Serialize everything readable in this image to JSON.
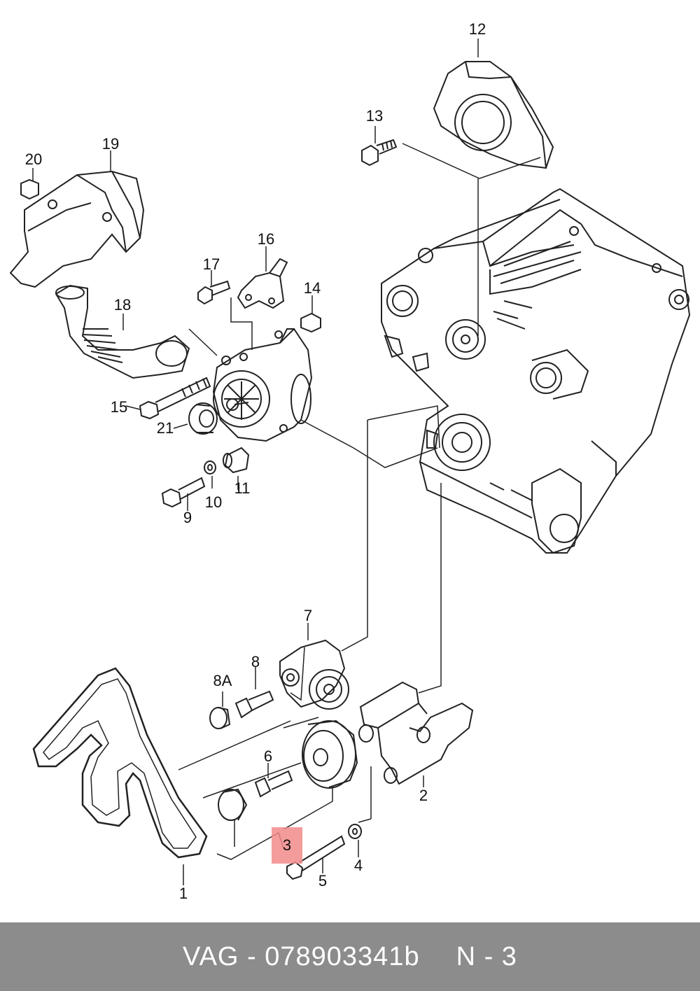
{
  "diagram": {
    "callouts": {
      "c1": "1",
      "c2": "2",
      "c3": "3",
      "c4": "4",
      "c5": "5",
      "c6": "6",
      "c7": "7",
      "c8": "8",
      "c8a": "8A",
      "c9": "9",
      "c10": "10",
      "c11": "11",
      "c12": "12",
      "c13": "13",
      "c14": "14",
      "c15": "15",
      "c16": "16",
      "c17": "17",
      "c18": "18",
      "c19": "19",
      "c20": "20",
      "c21": "21"
    },
    "highlighted_callout": "3",
    "highlight_color": "#f28b8b"
  },
  "footer": {
    "part_ref": "VAG - 078903341b",
    "page_ref": "N - 3",
    "background": "#8c8c8c"
  }
}
